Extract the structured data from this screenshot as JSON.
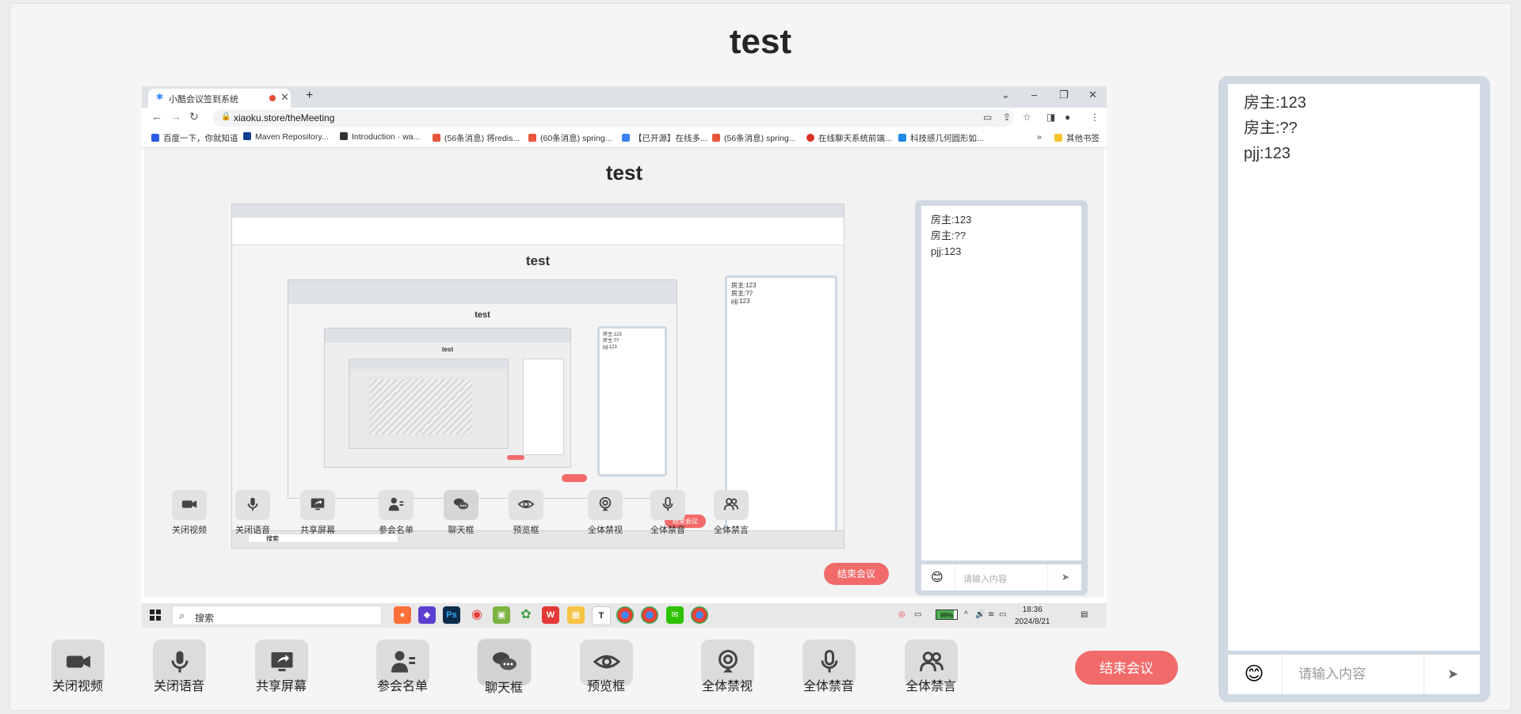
{
  "meeting": {
    "title": "test"
  },
  "stream": {
    "tab_title": "小酷会议签到系统",
    "url": "xiaoku.store/theMeeting",
    "bookmarks": [
      {
        "label": "百度一下，你就知道",
        "color": "#2b5ce6"
      },
      {
        "label": "Maven Repository...",
        "color": "#0a3d91"
      },
      {
        "label": "Introduction · wa...",
        "color": "#333333"
      },
      {
        "label": "(56条消息) 将redis...",
        "color": "#e8553a"
      },
      {
        "label": "(60条消息) spring...",
        "color": "#e8553a"
      },
      {
        "label": "【已开源】在线多...",
        "color": "#3b82f6"
      },
      {
        "label": "(56条消息) spring...",
        "color": "#e8553a"
      },
      {
        "label": "在线聊天系统前端...",
        "color": "#d93025"
      },
      {
        "label": "科技感几何圆形如...",
        "color": "#1e88e5"
      }
    ],
    "bookmarks_more": "»",
    "bookmarks_other": "其他书签",
    "inner_title": "test",
    "inner_buttons": [
      {
        "label": "关闭视频",
        "icon": "video-camera-icon"
      },
      {
        "label": "关闭语音",
        "icon": "microphone-icon"
      },
      {
        "label": "共享屏幕",
        "icon": "share-screen-icon"
      },
      {
        "label": "参会名单",
        "icon": "participants-icon"
      },
      {
        "label": "聊天框",
        "icon": "chat-icon"
      },
      {
        "label": "预览框",
        "icon": "eye-icon"
      },
      {
        "label": "全体禁视",
        "icon": "webcam-off-icon"
      },
      {
        "label": "全体禁音",
        "icon": "mute-mic-icon"
      },
      {
        "label": "全体禁言",
        "icon": "users-icon"
      }
    ],
    "inner_end_label": "结束会议",
    "inner_chat": {
      "messages": [
        "房主:123",
        "房主:??",
        "pjj:123"
      ],
      "placeholder": "请输入内容"
    },
    "taskbar": {
      "search": "搜索",
      "battery": "99%",
      "time": "18:36",
      "date": "2024/8/21"
    },
    "nested": {
      "title": "test",
      "messages": [
        "房主:123",
        "房主:??",
        "pjj:123"
      ]
    }
  },
  "controls": [
    {
      "label": "关闭视频",
      "icon": "video-camera-icon"
    },
    {
      "label": "关闭语音",
      "icon": "microphone-icon"
    },
    {
      "label": "共享屏幕",
      "icon": "share-screen-icon"
    },
    {
      "label": "参会名单",
      "icon": "participants-icon"
    },
    {
      "label": "聊天框",
      "icon": "chat-icon"
    },
    {
      "label": "预览框",
      "icon": "eye-icon"
    },
    {
      "label": "全体禁视",
      "icon": "webcam-off-icon"
    },
    {
      "label": "全体禁音",
      "icon": "mute-mic-icon"
    },
    {
      "label": "全体禁言",
      "icon": "users-icon"
    }
  ],
  "end_meeting_label": "结束会议",
  "chat": {
    "messages": [
      "房主:123",
      "房主:??",
      "pjj:123"
    ],
    "input_placeholder": "请输入内容",
    "emoji": "😊"
  },
  "colors": {
    "end_button": "#f26b6b",
    "chat_frame": "#cfd8e3",
    "button_bg": "#dcdcdc"
  }
}
